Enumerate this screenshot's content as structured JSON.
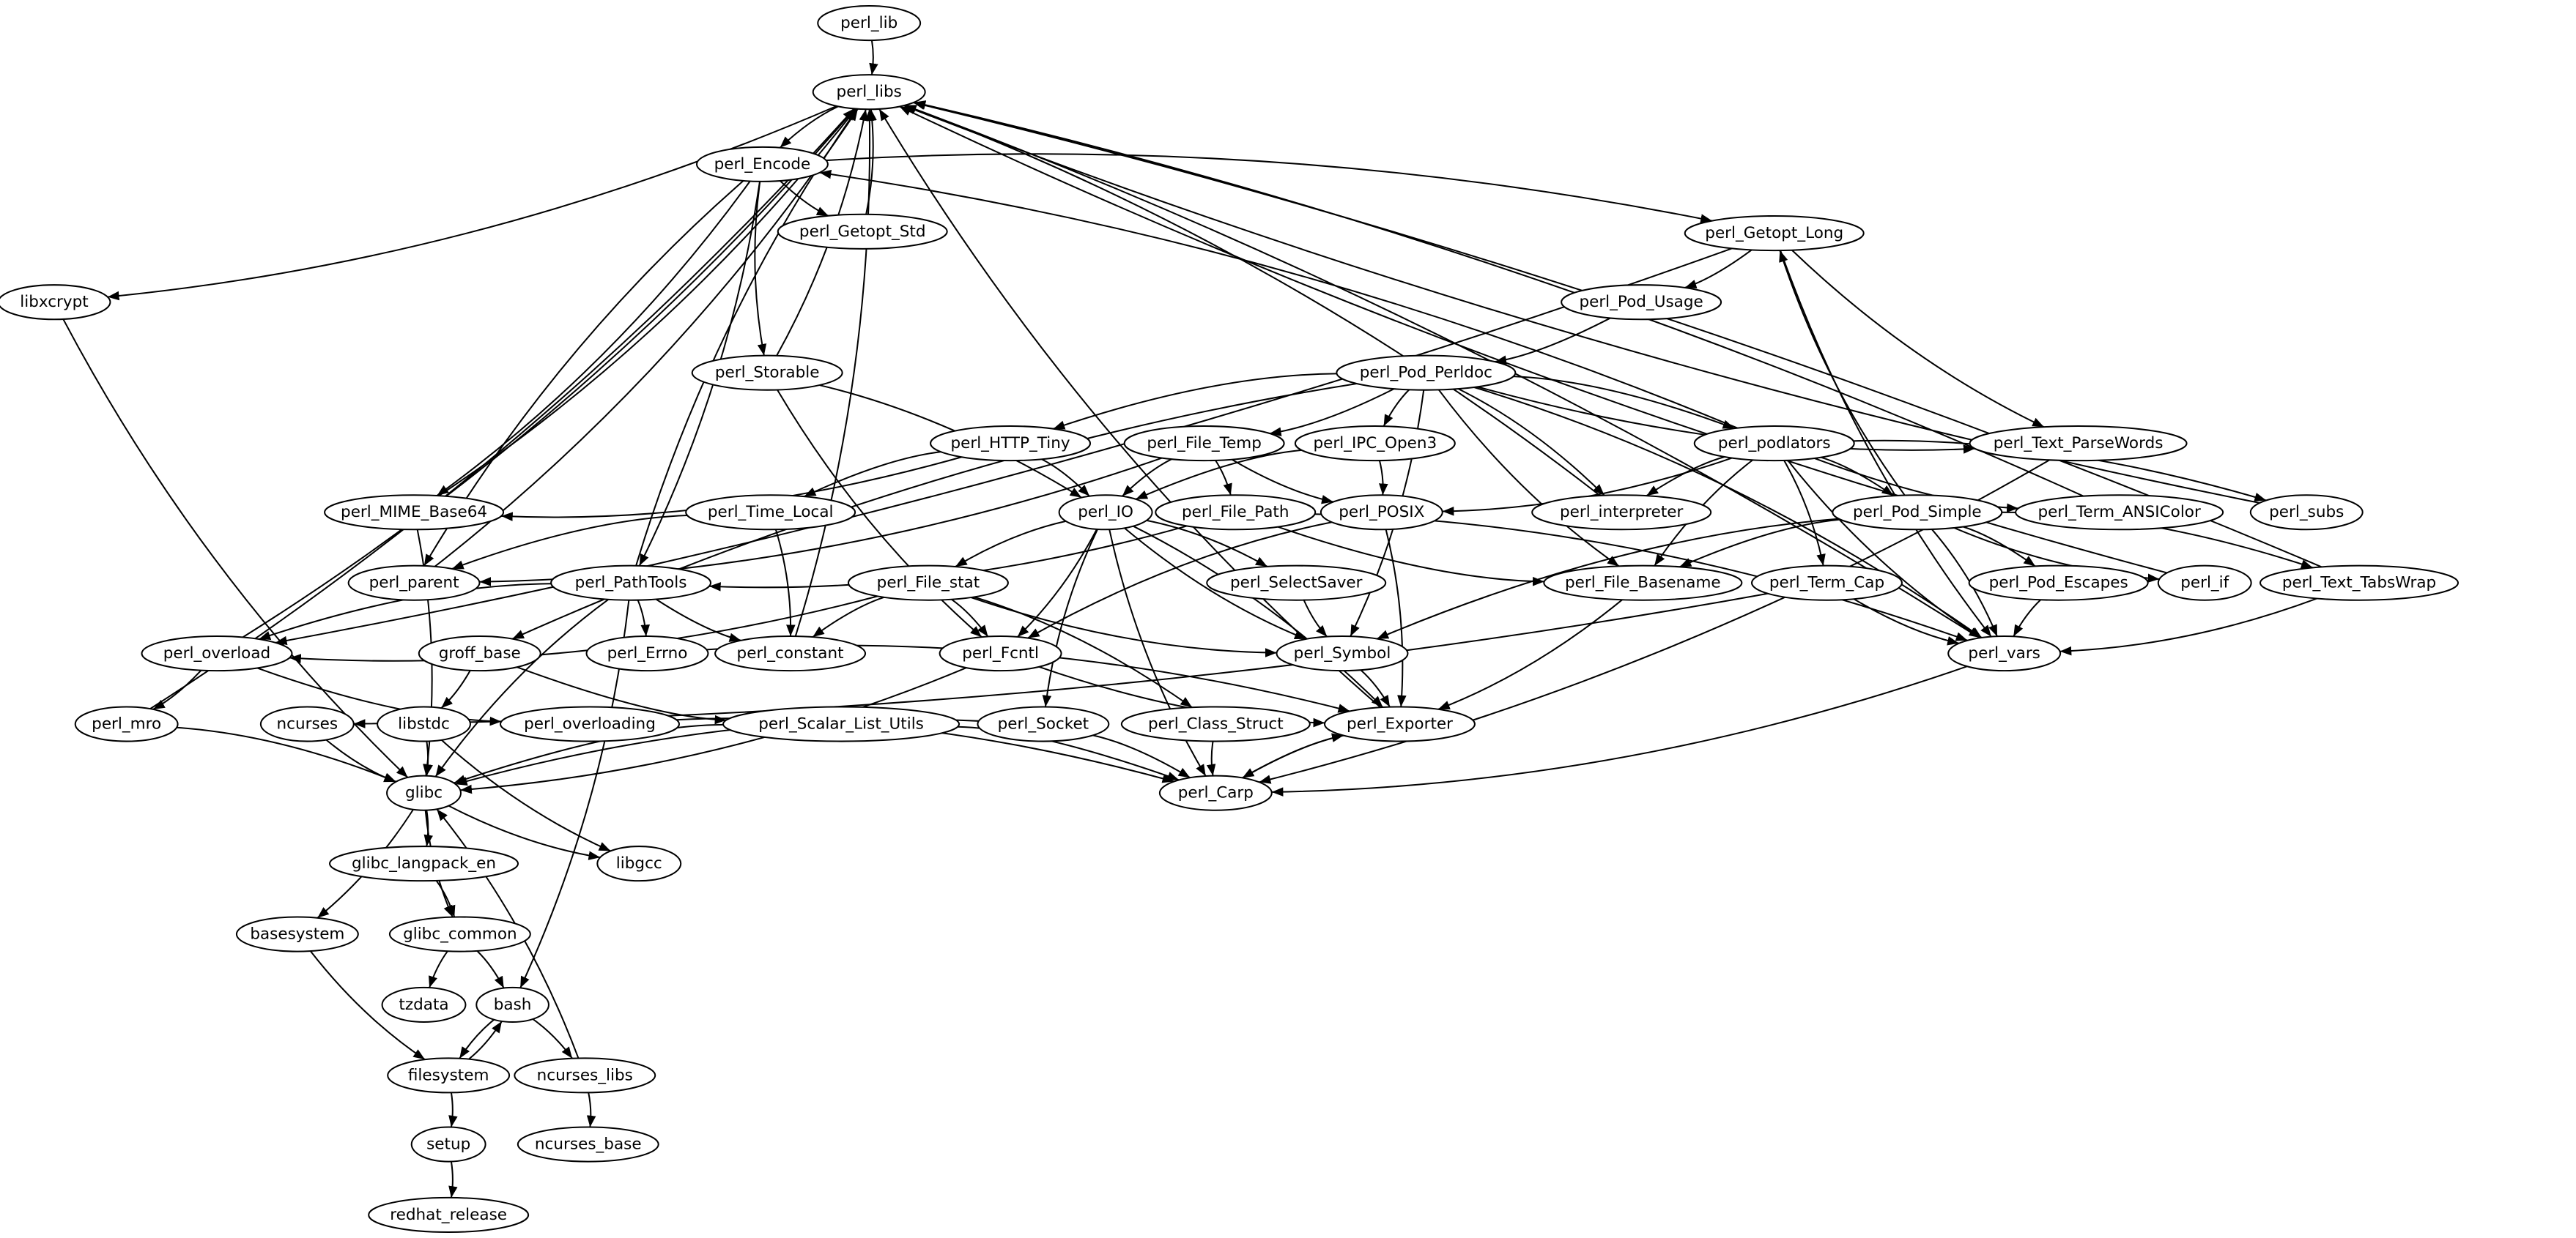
{
  "graph": {
    "nodes": [
      "perl_lib",
      "perl_libs",
      "perl_Encode",
      "perl_Getopt_Std",
      "perl_Getopt_Long",
      "libxcrypt",
      "perl_Pod_Usage",
      "perl_Storable",
      "perl_Pod_Perldoc",
      "perl_HTTP_Tiny",
      "perl_File_Temp",
      "perl_IPC_Open3",
      "perl_podlators",
      "perl_Text_ParseWords",
      "perl_MIME_Base64",
      "perl_Time_Local",
      "perl_IO",
      "perl_File_Path",
      "perl_POSIX",
      "perl_interpreter",
      "perl_Pod_Simple",
      "perl_Term_ANSIColor",
      "perl_subs",
      "perl_parent",
      "perl_PathTools",
      "perl_File_stat",
      "perl_SelectSaver",
      "perl_File_Basename",
      "perl_Term_Cap",
      "perl_Pod_Escapes",
      "perl_if",
      "perl_Text_TabsWrap",
      "perl_overload",
      "groff_base",
      "perl_Errno",
      "perl_constant",
      "perl_Fcntl",
      "perl_Symbol",
      "perl_vars",
      "perl_mro",
      "ncurses",
      "libstdc",
      "perl_overloading",
      "perl_Scalar_List_Utils",
      "perl_Socket",
      "perl_Class_Struct",
      "perl_Exporter",
      "glibc",
      "perl_Carp",
      "glibc_langpack_en",
      "libgcc",
      "basesystem",
      "glibc_common",
      "tzdata",
      "bash",
      "filesystem",
      "ncurses_libs",
      "setup",
      "ncurses_base",
      "redhat_release"
    ],
    "edges": [
      [
        "perl_lib",
        "perl_libs"
      ],
      [
        "perl_libs",
        "perl_Encode"
      ],
      [
        "perl_libs",
        "libxcrypt"
      ],
      [
        "perl_Encode",
        "perl_Getopt_Std"
      ],
      [
        "perl_Encode",
        "perl_Getopt_Long"
      ],
      [
        "perl_Encode",
        "perl_Storable"
      ],
      [
        "perl_Encode",
        "perl_MIME_Base64"
      ],
      [
        "perl_Encode",
        "perl_parent"
      ],
      [
        "perl_Encode",
        "perl_PathTools"
      ],
      [
        "perl_Getopt_Std",
        "perl_libs"
      ],
      [
        "perl_Getopt_Long",
        "perl_Pod_Usage"
      ],
      [
        "perl_Getopt_Long",
        "perl_Text_ParseWords"
      ],
      [
        "perl_Getopt_Long",
        "perl_overload"
      ],
      [
        "perl_Getopt_Long",
        "perl_vars"
      ],
      [
        "perl_Pod_Usage",
        "perl_Pod_Perldoc"
      ],
      [
        "perl_Pod_Perldoc",
        "perl_HTTP_Tiny"
      ],
      [
        "perl_Pod_Perldoc",
        "perl_File_Temp"
      ],
      [
        "perl_Pod_Perldoc",
        "perl_IPC_Open3"
      ],
      [
        "perl_Pod_Perldoc",
        "perl_podlators"
      ],
      [
        "perl_Pod_Perldoc",
        "perl_Text_ParseWords"
      ],
      [
        "perl_Pod_Perldoc",
        "perl_interpreter"
      ],
      [
        "perl_Pod_Perldoc",
        "perl_File_Basename"
      ],
      [
        "perl_Pod_Perldoc",
        "perl_Symbol"
      ],
      [
        "perl_Pod_Perldoc",
        "groff_base"
      ],
      [
        "perl_Pod_Perldoc",
        "perl_vars"
      ],
      [
        "perl_Storable",
        "perl_libs"
      ],
      [
        "perl_Storable",
        "perl_IO"
      ],
      [
        "perl_Storable",
        "perl_Fcntl"
      ],
      [
        "perl_HTTP_Tiny",
        "perl_MIME_Base64"
      ],
      [
        "perl_HTTP_Tiny",
        "perl_Time_Local"
      ],
      [
        "perl_HTTP_Tiny",
        "perl_IO"
      ],
      [
        "perl_File_Temp",
        "perl_IO"
      ],
      [
        "perl_File_Temp",
        "perl_File_Path"
      ],
      [
        "perl_File_Temp",
        "perl_POSIX"
      ],
      [
        "perl_File_Temp",
        "perl_parent"
      ],
      [
        "perl_IPC_Open3",
        "perl_IO"
      ],
      [
        "perl_IPC_Open3",
        "perl_POSIX"
      ],
      [
        "perl_podlators",
        "perl_Encode"
      ],
      [
        "perl_podlators",
        "perl_POSIX"
      ],
      [
        "perl_podlators",
        "perl_interpreter"
      ],
      [
        "perl_podlators",
        "perl_Pod_Simple"
      ],
      [
        "perl_podlators",
        "perl_Term_ANSIColor"
      ],
      [
        "perl_podlators",
        "perl_subs"
      ],
      [
        "perl_podlators",
        "perl_File_Basename"
      ],
      [
        "perl_podlators",
        "perl_Term_Cap"
      ],
      [
        "perl_podlators",
        "perl_vars"
      ],
      [
        "perl_Text_ParseWords",
        "perl_Carp"
      ],
      [
        "perl_MIME_Base64",
        "perl_libs"
      ],
      [
        "perl_MIME_Base64",
        "glibc"
      ],
      [
        "perl_Time_Local",
        "perl_parent"
      ],
      [
        "perl_Time_Local",
        "perl_constant"
      ],
      [
        "perl_IO",
        "perl_File_stat"
      ],
      [
        "perl_IO",
        "perl_SelectSaver"
      ],
      [
        "perl_IO",
        "perl_Symbol"
      ],
      [
        "perl_IO",
        "perl_Fcntl"
      ],
      [
        "perl_IO",
        "perl_Socket"
      ],
      [
        "perl_IO",
        "perl_Exporter"
      ],
      [
        "perl_IO",
        "perl_Carp"
      ],
      [
        "perl_File_Path",
        "perl_PathTools"
      ],
      [
        "perl_File_Path",
        "perl_File_Basename"
      ],
      [
        "perl_File_Path",
        "perl_vars"
      ],
      [
        "perl_POSIX",
        "perl_Fcntl"
      ],
      [
        "perl_POSIX",
        "perl_Exporter"
      ],
      [
        "perl_interpreter",
        "perl_libs"
      ],
      [
        "perl_Pod_Simple",
        "perl_Getopt_Long"
      ],
      [
        "perl_Pod_Simple",
        "perl_File_Basename"
      ],
      [
        "perl_Pod_Simple",
        "perl_Pod_Escapes"
      ],
      [
        "perl_Pod_Simple",
        "perl_if"
      ],
      [
        "perl_Pod_Simple",
        "perl_Text_TabsWrap"
      ],
      [
        "perl_Pod_Simple",
        "perl_Symbol"
      ],
      [
        "perl_Pod_Simple",
        "perl_vars"
      ],
      [
        "perl_Term_ANSIColor",
        "perl_libs"
      ],
      [
        "perl_subs",
        "perl_libs"
      ],
      [
        "perl_parent",
        "perl_libs"
      ],
      [
        "perl_PathTools",
        "perl_libs"
      ],
      [
        "perl_PathTools",
        "perl_overload"
      ],
      [
        "perl_PathTools",
        "perl_Errno"
      ],
      [
        "perl_PathTools",
        "perl_constant"
      ],
      [
        "perl_PathTools",
        "bash"
      ],
      [
        "perl_PathTools",
        "glibc"
      ],
      [
        "perl_File_stat",
        "perl_overload"
      ],
      [
        "perl_File_stat",
        "perl_constant"
      ],
      [
        "perl_File_stat",
        "perl_Fcntl"
      ],
      [
        "perl_File_stat",
        "perl_Symbol"
      ],
      [
        "perl_File_stat",
        "perl_Class_Struct"
      ],
      [
        "perl_SelectSaver",
        "perl_Symbol"
      ],
      [
        "perl_File_Basename",
        "perl_Exporter"
      ],
      [
        "perl_Term_Cap",
        "perl_vars"
      ],
      [
        "perl_Term_Cap",
        "ncurses"
      ],
      [
        "perl_Pod_Escapes",
        "perl_vars"
      ],
      [
        "perl_if",
        "perl_libs"
      ],
      [
        "perl_Text_TabsWrap",
        "perl_libs"
      ],
      [
        "perl_Text_TabsWrap",
        "perl_vars"
      ],
      [
        "perl_overload",
        "perl_libs"
      ],
      [
        "perl_overload",
        "perl_mro"
      ],
      [
        "perl_overload",
        "perl_overloading"
      ],
      [
        "groff_base",
        "libstdc"
      ],
      [
        "groff_base",
        "perl_Scalar_List_Utils"
      ],
      [
        "perl_Errno",
        "perl_Exporter"
      ],
      [
        "perl_constant",
        "perl_libs"
      ],
      [
        "perl_Fcntl",
        "glibc"
      ],
      [
        "perl_Fcntl",
        "perl_Exporter"
      ],
      [
        "perl_Symbol",
        "perl_Exporter"
      ],
      [
        "perl_vars",
        "perl_libs"
      ],
      [
        "perl_vars",
        "perl_Carp"
      ],
      [
        "perl_mro",
        "perl_libs"
      ],
      [
        "perl_mro",
        "glibc"
      ],
      [
        "ncurses",
        "glibc"
      ],
      [
        "libstdc",
        "glibc"
      ],
      [
        "libstdc",
        "libgcc"
      ],
      [
        "perl_overloading",
        "perl_Carp"
      ],
      [
        "perl_Scalar_List_Utils",
        "glibc"
      ],
      [
        "perl_Scalar_List_Utils",
        "perl_Carp"
      ],
      [
        "perl_Socket",
        "glibc"
      ],
      [
        "perl_Socket",
        "perl_Carp"
      ],
      [
        "perl_Class_Struct",
        "perl_Carp"
      ],
      [
        "perl_Exporter",
        "perl_libs"
      ],
      [
        "perl_Exporter",
        "perl_Carp"
      ],
      [
        "perl_Carp",
        "perl_Exporter"
      ],
      [
        "libxcrypt",
        "glibc"
      ],
      [
        "glibc",
        "glibc_langpack_en"
      ],
      [
        "glibc",
        "libgcc"
      ],
      [
        "glibc",
        "basesystem"
      ],
      [
        "glibc",
        "glibc_common"
      ],
      [
        "glibc_langpack_en",
        "glibc_common"
      ],
      [
        "glibc_common",
        "tzdata"
      ],
      [
        "glibc_common",
        "bash"
      ],
      [
        "bash",
        "filesystem"
      ],
      [
        "bash",
        "ncurses_libs"
      ],
      [
        "filesystem",
        "bash"
      ],
      [
        "filesystem",
        "setup"
      ],
      [
        "basesystem",
        "filesystem"
      ],
      [
        "ncurses_libs",
        "ncurses_base"
      ],
      [
        "ncurses_libs",
        "glibc"
      ],
      [
        "setup",
        "redhat_release"
      ]
    ]
  }
}
